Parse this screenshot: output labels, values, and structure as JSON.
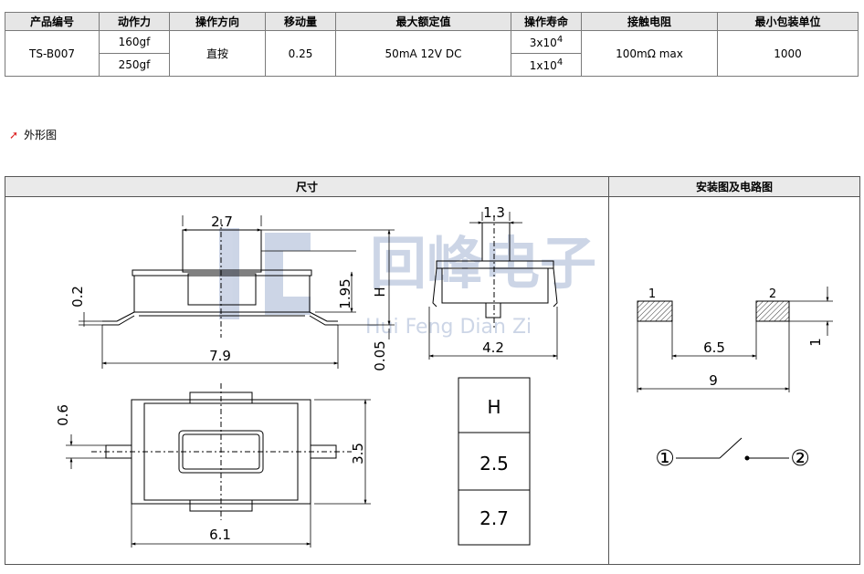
{
  "spec_table": {
    "headers": [
      "产品编号",
      "动作力",
      "操作方向",
      "移动量",
      "最大额定值",
      "操作寿命",
      "接触电阻",
      "最小包装单位"
    ],
    "part_no": "TS-B007",
    "forces": [
      "160gf",
      "250gf"
    ],
    "direction": "直按",
    "travel": "0.25",
    "rating": "50mA 12V DC",
    "life": [
      {
        "base": "3x10",
        "exp": "4"
      },
      {
        "base": "1x10",
        "exp": "4"
      }
    ],
    "resistance": "100mΩ max",
    "min_pack": "1000"
  },
  "section": {
    "icon": "red-arrow-icon",
    "title": "外形图"
  },
  "panels": {
    "size_title": "尺寸",
    "install_title": "安装图及电路图"
  },
  "watermark": {
    "text": "回峰电子",
    "pinyin": "Hui Feng Dian Zi"
  },
  "dims": {
    "side_top_width": "2.7",
    "side_lead": "0.2",
    "side_height": "1.95",
    "side_H": "H",
    "side_base": "0.05",
    "side_length": "7.9",
    "front_top": "1.3",
    "front_width": "4.2",
    "bottom_pin": "0.6",
    "bottom_height": "3.5",
    "bottom_width": "6.1"
  },
  "h_table": {
    "header": "H",
    "rows": [
      "2.5",
      "2.7"
    ]
  },
  "install": {
    "pad1": "1",
    "pad2": "2",
    "gap": "6.5",
    "pad_h": "1",
    "overall": "9",
    "term1": "①",
    "term2": "②"
  }
}
